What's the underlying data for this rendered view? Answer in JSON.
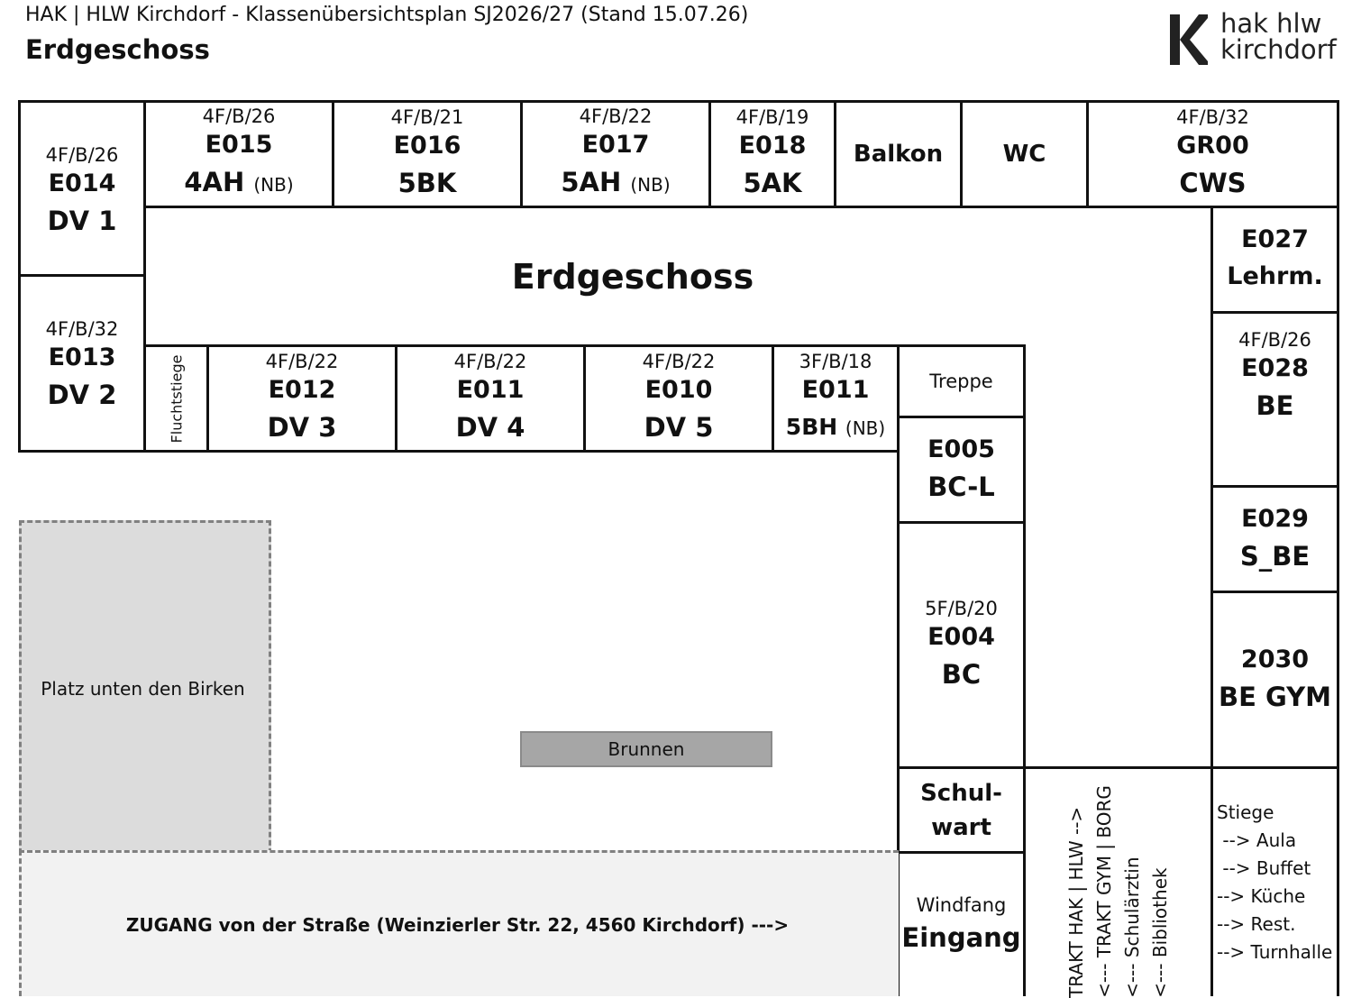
{
  "header": {
    "doc_title": "HAK | HLW Kirchdorf - Klassenübersichtsplan SJ2026/27 (Stand 15.07.26)",
    "floor_title": "Erdgeschoss",
    "logo_line1": "hak hlw",
    "logo_line2": "kirchdorf",
    "logo_icon": "k-logo-icon"
  },
  "center_label": "Erdgeschoss",
  "rooms": {
    "e014": {
      "cap": "4F/B/26",
      "num": "E014",
      "cls": "DV 1"
    },
    "e013": {
      "cap": "4F/B/32",
      "num": "E013",
      "cls": "DV 2"
    },
    "e015": {
      "cap": "4F/B/26",
      "num": "E015",
      "cls": "4AH",
      "nb": "(NB)"
    },
    "e016": {
      "cap": "4F/B/21",
      "num": "E016",
      "cls": "5BK"
    },
    "e017": {
      "cap": "4F/B/22",
      "num": "E017",
      "cls": "5AH",
      "nb": "(NB)"
    },
    "e018": {
      "cap": "4F/B/19",
      "num": "E018",
      "cls": "5AK"
    },
    "balkon": {
      "label": "Balkon"
    },
    "wc": {
      "label": "WC"
    },
    "gr00": {
      "cap": "4F/B/32",
      "num": "GR00",
      "cls": "CWS"
    },
    "e027": {
      "num": "E027",
      "cls": "Lehrm."
    },
    "fluchtstiege": {
      "label": "Fluchtstiege"
    },
    "e012": {
      "cap": "4F/B/22",
      "num": "E012",
      "cls": "DV 3"
    },
    "e011a": {
      "cap": "4F/B/22",
      "num": "E011",
      "cls": "DV 4"
    },
    "e010": {
      "cap": "4F/B/22",
      "num": "E010",
      "cls": "DV 5"
    },
    "e011b": {
      "cap": "3F/B/18",
      "num": "E011",
      "cls": "5BH",
      "nb": "(NB)"
    },
    "treppe": {
      "label": "Treppe"
    },
    "e028": {
      "cap": "4F/B/26",
      "num": "E028",
      "cls": "BE"
    },
    "e005": {
      "num": "E005",
      "cls": "BC-L"
    },
    "e029": {
      "num": "E029",
      "cls": "S_BE"
    },
    "e004": {
      "cap": "5F/B/20",
      "num": "E004",
      "cls": "BC"
    },
    "r2030": {
      "num": "2030",
      "cls": "BE GYM"
    },
    "schulwart": {
      "line1": "Schul-",
      "line2": "wart"
    },
    "eingang": {
      "cap": "Windfang",
      "cls": "Eingang"
    },
    "trakt": {
      "lines": [
        "TRAKT HAK | HLW -->",
        "<--- TRAKT GYM | BORG",
        "<--- Schulärztin",
        "<--- Bibliothek"
      ]
    },
    "stiege": {
      "lines": [
        "Stiege",
        " --> Aula",
        " --> Buffet",
        "--> Küche",
        "--> Rest.",
        "--> Turnhalle"
      ]
    }
  },
  "outdoor": {
    "platz": "Platz unten den Birken",
    "brunnen": "Brunnen",
    "zugang": "ZUGANG von der Straße (Weinzierler Str. 22, 4560 Kirchdorf) --->"
  }
}
